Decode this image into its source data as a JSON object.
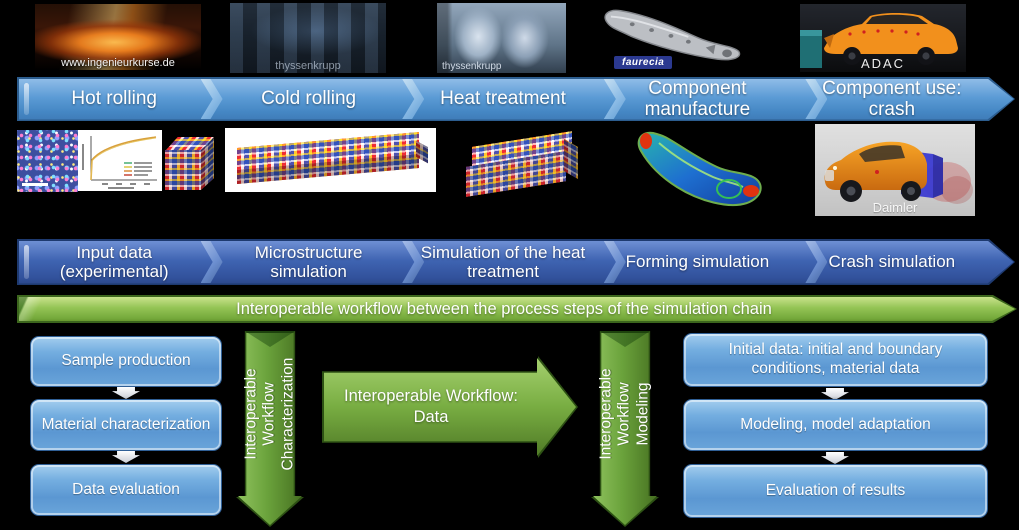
{
  "top_photos": {
    "hot_rolling_caption": "www.ingenieurkurse.de",
    "cold_rolling_caption": "thyssenkrupp",
    "heat_treatment_caption": "thyssenkrupp",
    "component_badge": "faurecia",
    "crash_caption": "ADAC"
  },
  "process_chain": {
    "steps": [
      {
        "label": "Hot rolling"
      },
      {
        "label": "Cold rolling"
      },
      {
        "label": "Heat treatment"
      },
      {
        "label": "Component manufacture"
      },
      {
        "label": "Component use: crash"
      }
    ]
  },
  "simulation_chain": {
    "steps": [
      {
        "label": "Input data (experimental)"
      },
      {
        "label": "Microstructure simulation"
      },
      {
        "label": "Simulation of the heat treatment"
      },
      {
        "label": "Forming simulation"
      },
      {
        "label": "Crash simulation"
      }
    ]
  },
  "sim_images": {
    "daimler_caption": "Daimler"
  },
  "workflow_banner": {
    "label": "Interoperable workflow between the process steps of the simulation chain"
  },
  "experimental_column": {
    "boxes": [
      {
        "label": "Sample production"
      },
      {
        "label": "Material characterization"
      },
      {
        "label": "Data evaluation"
      }
    ]
  },
  "modeling_column": {
    "boxes": [
      {
        "label": "Initial data: initial and boundary conditions, material data"
      },
      {
        "label": "Modeling, model adaptation"
      },
      {
        "label": "Evaluation of results"
      }
    ]
  },
  "workflow_arrows": {
    "characterization": {
      "line1": "Interoperable",
      "line2": "Workflow",
      "line3": "Characterization"
    },
    "data": {
      "line1": "Interoperable Workflow:",
      "line2": "Data"
    },
    "modeling": {
      "line1": "Interoperable",
      "line2": "Workflow",
      "line3": "Modeling"
    }
  },
  "colors": {
    "process_chain_blue": "#5b9bd5",
    "simulation_chain_blue": "#3a5fae",
    "workflow_green": "#76ab3d",
    "box_blue": "#6ba7dd",
    "background": "#000000"
  }
}
